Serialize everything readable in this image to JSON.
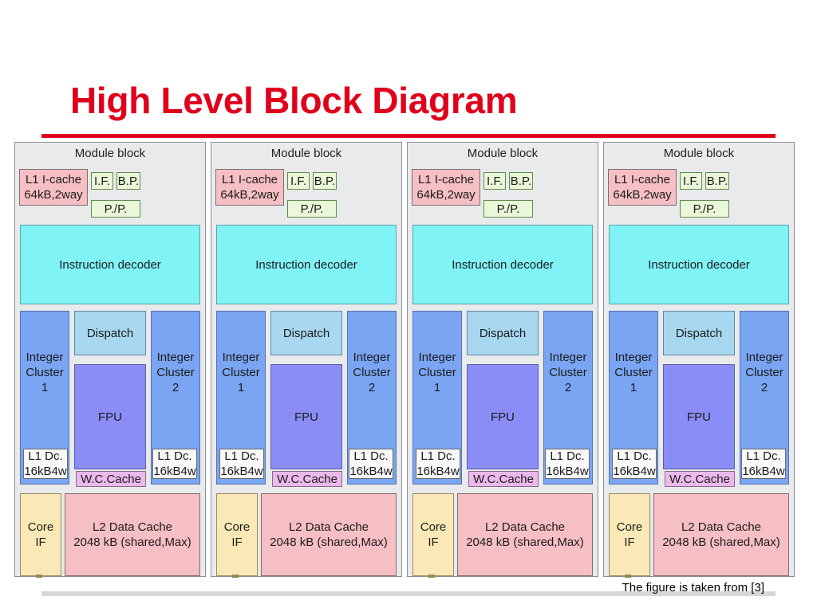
{
  "slide": {
    "title": "High Level Block Diagram",
    "caption": "The figure is taken from [3]"
  },
  "module": {
    "label": "Module block",
    "l1_icache": "L1 I-cache\n64kB,2way",
    "if": "I.F.",
    "bp": "B.P.",
    "pp": "P./P.",
    "decoder": "Instruction decoder",
    "dispatch": "Dispatch",
    "int_cluster_1": "Integer\nCluster\n1",
    "int_cluster_2": "Integer\nCluster\n2",
    "fpu": "FPU",
    "l1_dcache": "L1 Dc.\n16kB4w",
    "wc_cache": "W.C.Cache",
    "core_if": "Core\nIF",
    "l2_cache": "L2 Data Cache\n2048 kB (shared,Max)"
  },
  "modules_count": 4,
  "colors": {
    "title_red": "#e0001b",
    "decoder_cyan": "#7ff3f6",
    "integer_blue": "#7aa5f3",
    "fpu_purple": "#8b8df6",
    "dispatch_lightblue": "#a8d8f0",
    "l1_pink": "#f6bfc4",
    "wc_lavender": "#ecb9ec",
    "core_cream": "#fae9b6",
    "if_bp_green": "#eaf7d8"
  }
}
